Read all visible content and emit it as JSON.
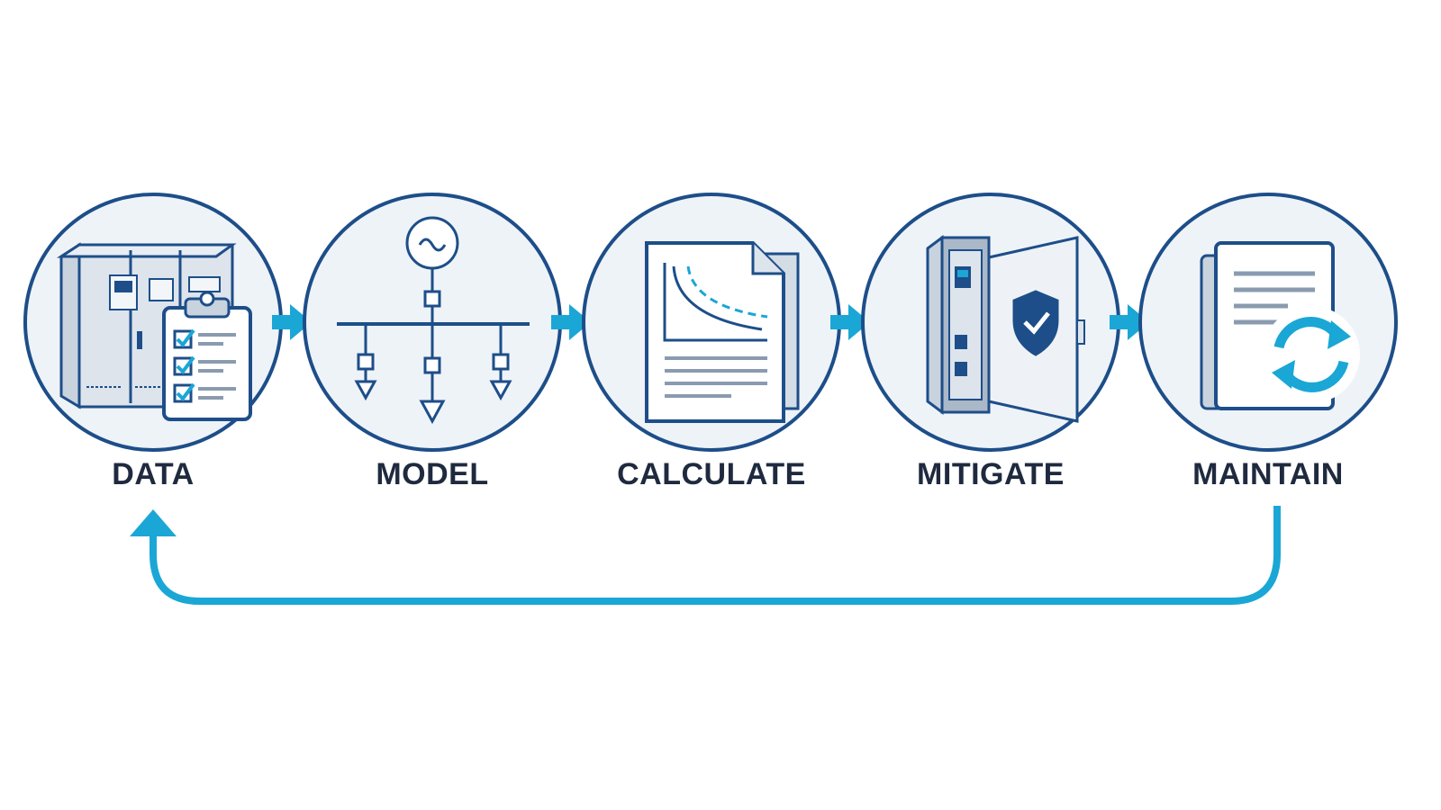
{
  "steps": [
    {
      "label": "DATA",
      "icon": "switchgear-checklist-icon"
    },
    {
      "label": "MODEL",
      "icon": "one-line-diagram-icon"
    },
    {
      "label": "CALCULATE",
      "icon": "time-current-curve-report-icon"
    },
    {
      "label": "MITIGATE",
      "icon": "cabinet-shield-icon"
    },
    {
      "label": "MAINTAIN",
      "icon": "document-refresh-icon"
    }
  ],
  "colors": {
    "navy": "#1d4e89",
    "accent": "#1aa7d6",
    "circle_fill": "#eef3f8",
    "text": "#1f2a3f"
  }
}
